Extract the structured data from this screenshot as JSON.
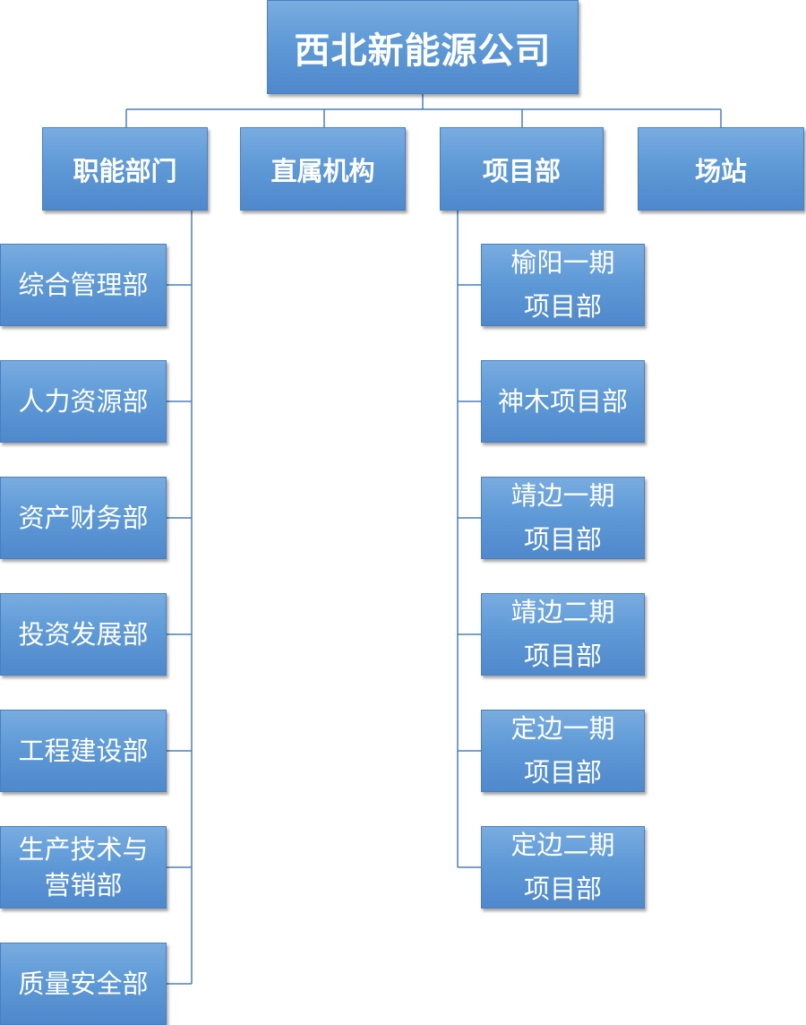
{
  "diagram": {
    "type": "org-chart",
    "root": "西北新能源公司",
    "branches": [
      {
        "label": "职能部门",
        "children": [
          "综合管理部",
          "人力资源部",
          "资产财务部",
          "投资发展部",
          "工程建设部",
          "生产技术与营销部",
          "质量安全部"
        ]
      },
      {
        "label": "直属机构",
        "children": []
      },
      {
        "label": "项目部",
        "children": [
          "榆阳一期项目部",
          "神木项目部",
          "靖边一期项目部",
          "靖边二期项目部",
          "定边一期项目部",
          "定边二期项目部"
        ]
      },
      {
        "label": "场站",
        "children": []
      }
    ]
  },
  "colors": {
    "box": "#5f9ad7",
    "box_border": "#4b7fbf",
    "connector": "#4a7ebb",
    "text": "#ffffff"
  }
}
